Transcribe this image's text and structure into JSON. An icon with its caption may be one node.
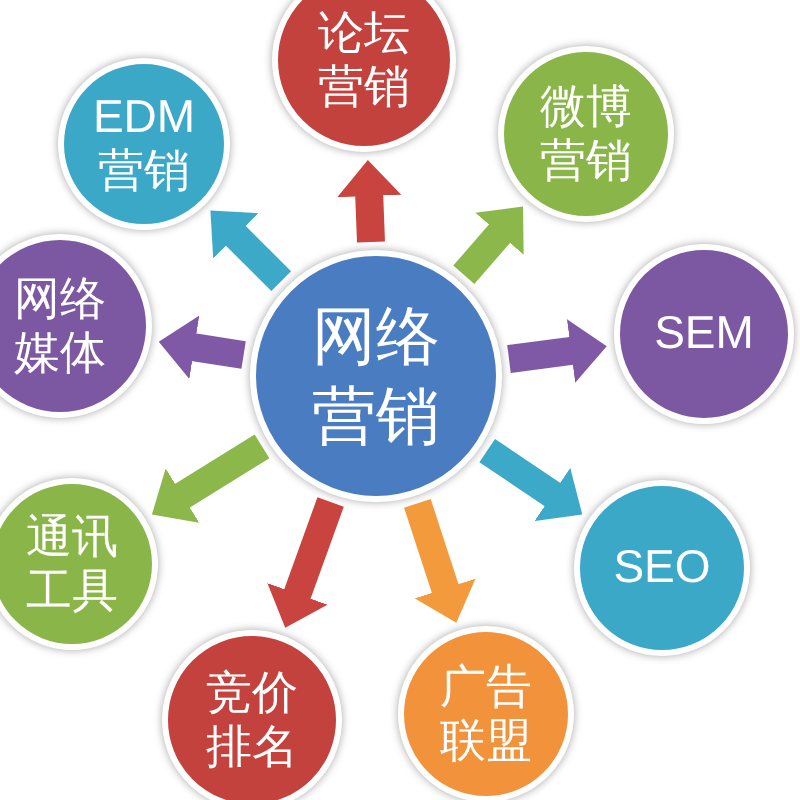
{
  "diagram": {
    "nodes": [
      {
        "text": [
          "网络营销"
        ]
      },
      {
        "text": [
          "论坛营销"
        ]
      },
      {
        "text": [
          "微博营销"
        ]
      },
      {
        "text": [
          "SEM"
        ]
      },
      {
        "text": [
          "SEO"
        ]
      },
      {
        "text": [
          "广告联盟"
        ]
      },
      {
        "text": [
          "竞价排名"
        ]
      },
      {
        "text": [
          "通讯工具"
        ]
      },
      {
        "text": [
          "网络媒体"
        ]
      },
      {
        "text": [
          "EDM营销"
        ]
      }
    ],
    "edges": [
      {
        "from": 0,
        "to": 1,
        "arrow": "to",
        "color": "#c9443e"
      },
      {
        "from": 0,
        "to": 2,
        "arrow": "to",
        "color": "#8cb84b"
      },
      {
        "from": 0,
        "to": 3,
        "arrow": "to",
        "color": "#7f59a5"
      },
      {
        "from": 0,
        "to": 4,
        "arrow": "to",
        "color": "#3ca9c9"
      },
      {
        "from": 0,
        "to": 5,
        "arrow": "to",
        "color": "#f39a3d"
      },
      {
        "from": 0,
        "to": 6,
        "arrow": "to",
        "color": "#c9443e"
      },
      {
        "from": 0,
        "to": 7,
        "arrow": "to",
        "color": "#8cb84b"
      },
      {
        "from": 0,
        "to": 8,
        "arrow": "to",
        "color": "#7f59a5"
      },
      {
        "from": 0,
        "to": 9,
        "arrow": "to",
        "color": "#3ca9c9"
      }
    ]
  }
}
